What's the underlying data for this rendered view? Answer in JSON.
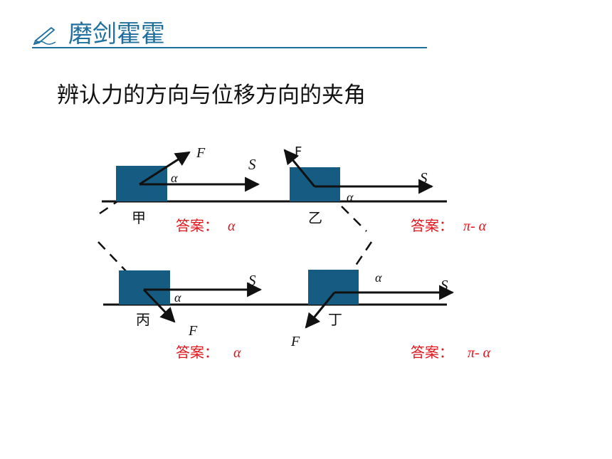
{
  "header": {
    "title": "磨剑霍霍",
    "icon": "pen-writing-icon"
  },
  "subtitle": "辨认力的方向与位移方向的夹角",
  "colors": {
    "accent": "#1f6f9f",
    "block": "#165c82",
    "answer": "#e0151b"
  },
  "panels": {
    "jia": {
      "name": "甲",
      "force": "F",
      "disp": "S",
      "angle": "α",
      "answer_label": "答案：",
      "answer_value": "α"
    },
    "yi": {
      "name": "乙",
      "force": "F",
      "disp": "S",
      "angle": "α",
      "answer_label": "答案：",
      "answer_value": "π- α"
    },
    "bing": {
      "name": "丙",
      "force": "F",
      "disp": "S",
      "angle": "α",
      "answer_label": "答案：",
      "answer_value": "α"
    },
    "ding": {
      "name": "丁",
      "force": "F",
      "disp": "S",
      "angle": "α",
      "answer_label": "答案：",
      "answer_value": "π- α"
    }
  }
}
